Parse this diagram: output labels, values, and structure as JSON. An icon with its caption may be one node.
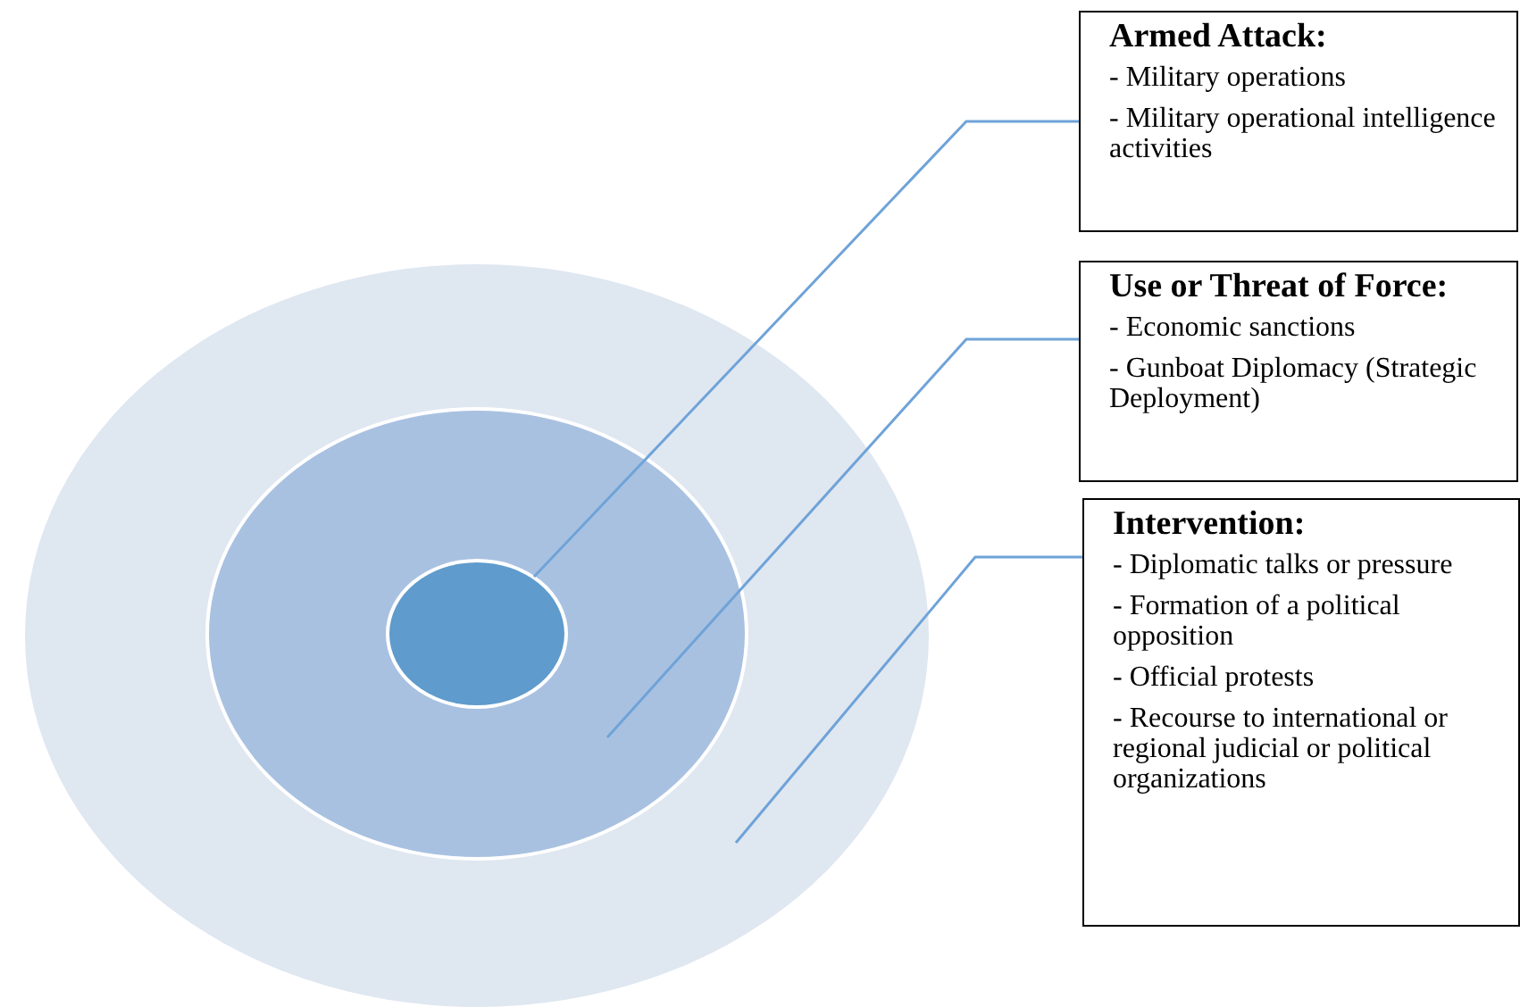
{
  "diagram": {
    "nodes": [
      {
        "text": [],
        "shape": "circle"
      },
      {
        "text": [],
        "shape": "circle",
        "in": 0
      },
      {
        "text": [],
        "shape": "circle",
        "in": 1
      },
      {
        "text": [
          "Armed Attack:",
          "- Military operations",
          "- Military operational intelligence activities"
        ]
      },
      {
        "text": [
          "Use or Threat of Force:",
          "- Economic sanctions",
          "- Gunboat Diplomacy (Strategic Deployment)"
        ]
      },
      {
        "text": [
          "Intervention:",
          "- Diplomatic talks or pressure",
          "- Formation of a political opposition",
          "- Official protests",
          "- Recourse to international or regional judicial or political organizations"
        ]
      }
    ],
    "edges": [
      {
        "from": 3,
        "to": 2,
        "arrow": "none"
      },
      {
        "from": 4,
        "to": 1,
        "arrow": "none"
      },
      {
        "from": 5,
        "to": 0,
        "arrow": "none"
      }
    ]
  }
}
